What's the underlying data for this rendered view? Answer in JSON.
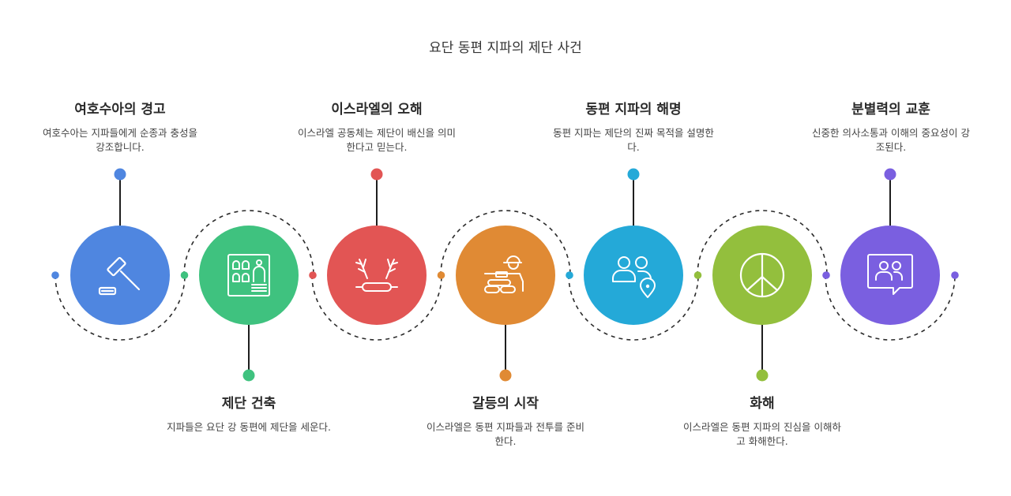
{
  "title": "요단 동편 지파의 제단 사건",
  "steps": [
    {
      "title": "여호수아의 경고",
      "desc": "여호수아는 지파들에게 순종과 충성을 강조합니다.",
      "color": "#4f86e0",
      "icon": "gavel-icon"
    },
    {
      "title": "제단 건축",
      "desc": "지파들은 요단 강 동편에 제단을 세운다.",
      "color": "#3fc27f",
      "icon": "building-icon"
    },
    {
      "title": "이스라엘의 오해",
      "desc": "이스라엘 공동체는 제단이 배신을 의미한다고 믿는다.",
      "color": "#e25554",
      "icon": "antlers-icon"
    },
    {
      "title": "갈등의 시작",
      "desc": "이스라엘은 동편 지파들과 전투를 준비한다.",
      "color": "#e08a34",
      "icon": "soldier-icon"
    },
    {
      "title": "동편 지파의 해명",
      "desc": "동편 지파는 제단의 진짜 목적을 설명한다.",
      "color": "#24a9d8",
      "icon": "users-location-icon"
    },
    {
      "title": "화해",
      "desc": "이스라엘은 동편 지파의 진심을 이해하고 화해한다.",
      "color": "#93bf3d",
      "icon": "peace-icon"
    },
    {
      "title": "분별력의 교훈",
      "desc": "신중한 의사소통과 이해의 중요성이 강조된다.",
      "color": "#7a5fe0",
      "icon": "chat-users-icon"
    }
  ]
}
